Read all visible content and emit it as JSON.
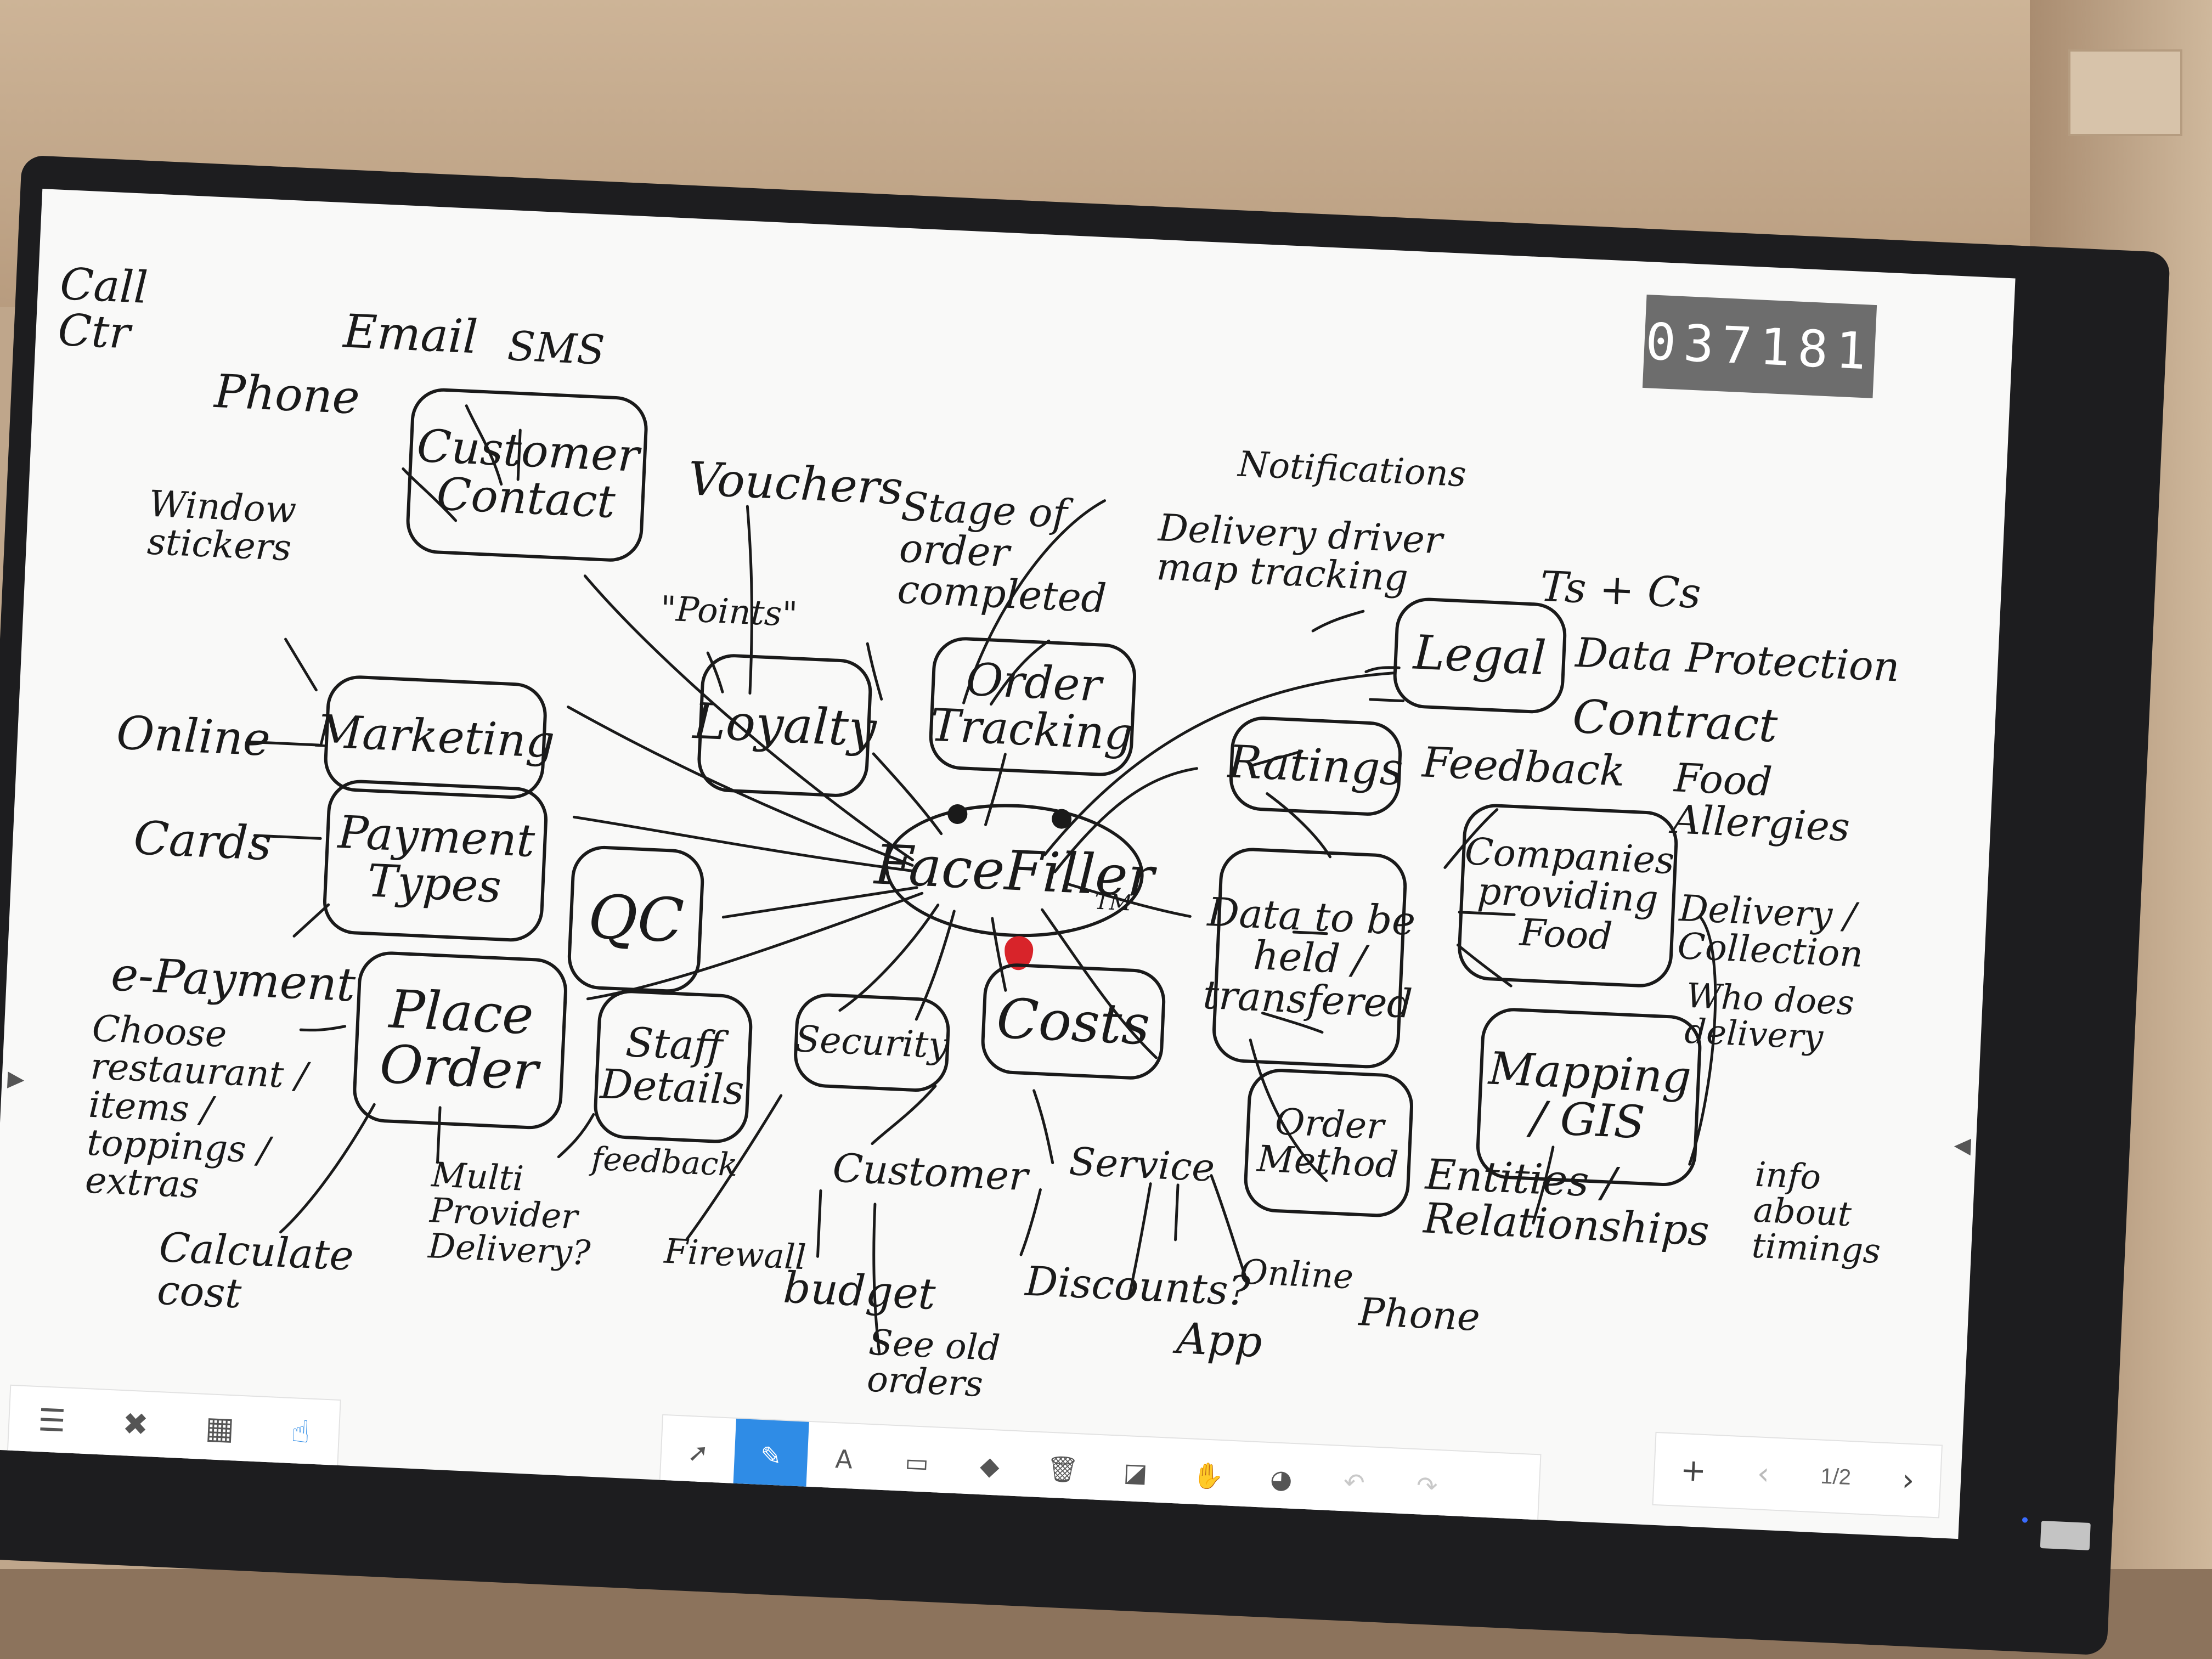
{
  "counter": "037181",
  "center": {
    "label": "FaceFiller",
    "tm": "TM"
  },
  "nodes": {
    "customer_contact": "Customer Contact",
    "marketing": "Marketing",
    "payment_types": "Payment Types",
    "qc": "QC",
    "place_order": "Place Order",
    "staff_details": "Staff Details",
    "security": "Security",
    "costs": "Costs",
    "loyalty": "Loyalty",
    "order_tracking": "Order Tracking",
    "legal": "Legal",
    "ratings": "Ratings",
    "companies": "Companies providing Food",
    "data_held": "Data to be held / transfered",
    "order_method": "Order Method",
    "mapping": "Mapping / GIS"
  },
  "labels": {
    "call_ctr": "Call Ctr",
    "email": "Email",
    "sms": "SMS",
    "phone_contact": "Phone",
    "window_stickers": "Window stickers",
    "online_marketing": "Online",
    "cards": "Cards",
    "e_payment": "e-Payment",
    "choose": "Choose restaurant / items / toppings / extras",
    "calculate_cost": "Calculate cost",
    "multi_provider": "Multi Provider Delivery?",
    "feedback_staff": "feedback",
    "firewall": "Firewall",
    "vouchers": "Vouchers",
    "points": "\"Points\"",
    "stage_of_order": "Stage of order completed",
    "notifications": "Notifications",
    "delivery_driver": "Delivery driver map tracking",
    "ts_cs": "Ts + Cs",
    "data_protection": "Data Protection",
    "contract": "Contract",
    "feedback": "Feedback",
    "food_allergies": "Food Allergies",
    "delivery_collection": "Delivery / Collection",
    "who_delivery": "Who does delivery",
    "info_timings": "info about timings",
    "customer": "Customer",
    "budget": "budget",
    "see_old_orders": "See old orders",
    "service": "Service",
    "discounts": "Discounts?",
    "online_order": "Online",
    "app": "App",
    "phone_order": "Phone",
    "entities": "Entities / Relationships"
  },
  "toolbar_left": {
    "menu_icon": "☰",
    "close_icon": "✖",
    "qr_icon": "▦",
    "touch_icon": "☝"
  },
  "toolbar_mid": {
    "select_icon": "➚",
    "pen_icon": "✎",
    "text_icon": "A",
    "image_icon": "▭",
    "eraser_icon": "◆",
    "delete_icon": "🗑",
    "shapes_icon": "◪",
    "hand_icon": "✋",
    "palette_icon": "◕",
    "undo_icon": "↶",
    "redo_icon": "↷"
  },
  "toolbar_right": {
    "add_icon": "+",
    "prev_icon": "‹",
    "page": "1/2",
    "next_icon": "›"
  },
  "colors": {
    "screen_bg": "#f9f9f8",
    "ink": "#1a1a1a",
    "active_tool": "#2f8ce6",
    "tongue": "#d8242a",
    "counter_bg": "#6d6d6d"
  }
}
